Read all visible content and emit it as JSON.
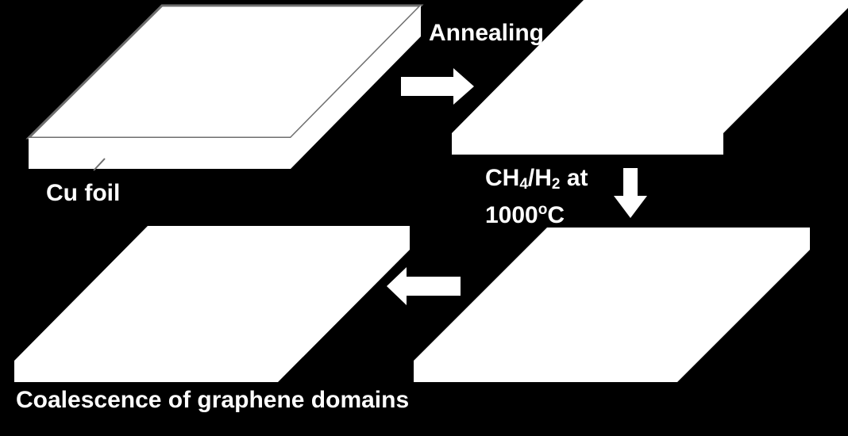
{
  "colors": {
    "background": "#000000",
    "foil": "#ffffff",
    "foil_edge": "#6e6e6e",
    "arrow": "#ffffff",
    "text": "#ffffff"
  },
  "labels": {
    "annealing": "Annealing",
    "cu_foil": "Cu foil",
    "gas_ch": "CH",
    "gas_ch_sub": "4",
    "gas_slash_h": "/H",
    "gas_h_sub": "2",
    "gas_at": " at",
    "temp_value": "1000",
    "temp_sup": "o",
    "temp_unit": "C",
    "coalescence": "Coalescence of graphene domains"
  },
  "icons": {
    "step1_to_step2": "arrow-right-icon",
    "step2_to_step3": "arrow-down-icon",
    "step3_to_step4": "arrow-left-icon"
  }
}
